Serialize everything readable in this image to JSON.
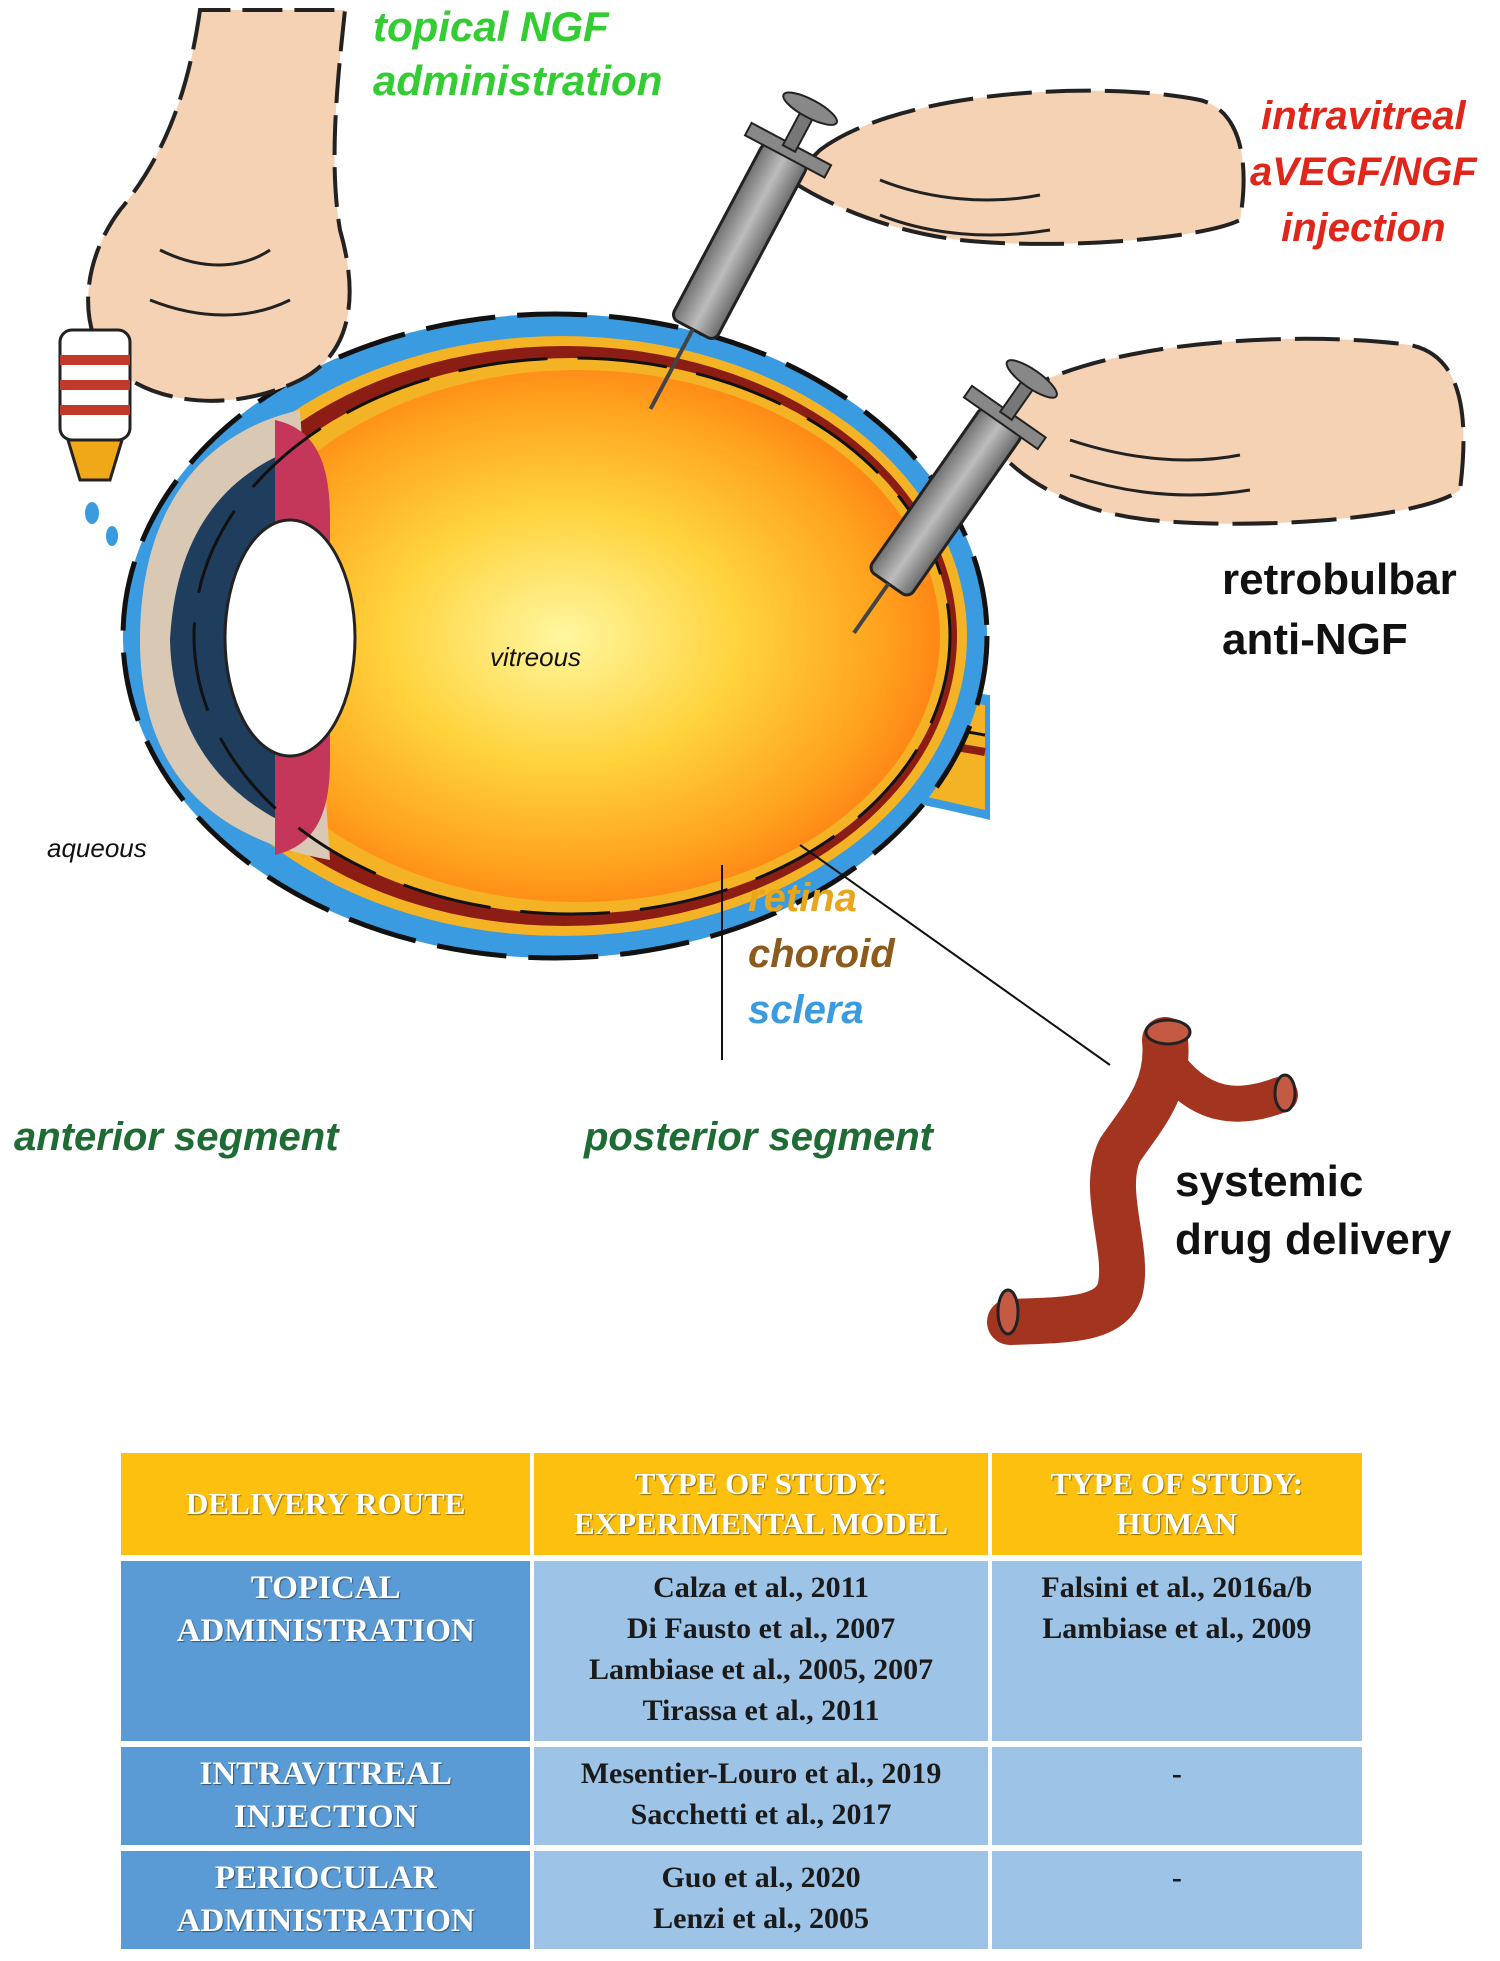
{
  "figure": {
    "labels": {
      "topical": [
        "topical NGF",
        "administration"
      ],
      "intravitreal": [
        "intravitreal",
        "aVEGF/NGF",
        "injection"
      ],
      "retrobulbar": [
        "retrobulbar",
        "anti-NGF"
      ],
      "vitreous": "vitreous",
      "aqueous": "aqueous",
      "retina": "retina",
      "choroid": "choroid",
      "sclera": "sclera",
      "anterior_segment": "anterior segment",
      "posterior_segment": "posterior segment",
      "systemic": [
        "systemic",
        "drug delivery"
      ]
    },
    "colors": {
      "topical": "#33cc33",
      "intravitreal": "#e0261b",
      "retina": "#e8a61a",
      "choroid": "#8b5a1c",
      "sclera": "#3a9be0",
      "segment": "#1e6b34",
      "black": "#111111",
      "skin": "#f6d2b5",
      "vessel": "#a3341f"
    }
  },
  "table": {
    "headers": [
      [
        "DELIVERY ROUTE"
      ],
      [
        "TYPE OF STUDY:",
        "EXPERIMENTAL MODEL"
      ],
      [
        "TYPE OF STUDY:",
        "HUMAN"
      ]
    ],
    "rows": [
      {
        "route": [
          "TOPICAL",
          "ADMINISTRATION"
        ],
        "experimental": [
          "Calza et al., 2011",
          "Di Fausto et al., 2007",
          "Lambiase et al., 2005, 2007",
          "Tirassa et al., 2011"
        ],
        "human": [
          "Falsini et al., 2016a/b",
          "Lambiase et al., 2009"
        ]
      },
      {
        "route": [
          "INTRAVITREAL",
          "INJECTION"
        ],
        "experimental": [
          "Mesentier-Louro et al., 2019",
          "Sacchetti et al., 2017"
        ],
        "human": [
          "-"
        ]
      },
      {
        "route": [
          "PERIOCULAR",
          "ADMINISTRATION"
        ],
        "experimental": [
          "Guo et al., 2020",
          "Lenzi et al., 2005"
        ],
        "human": [
          "-"
        ]
      }
    ],
    "colors": {
      "header": "#fec00f",
      "route_cell": "#5b9bd5",
      "cite_cell": "#9dc3e6"
    }
  }
}
